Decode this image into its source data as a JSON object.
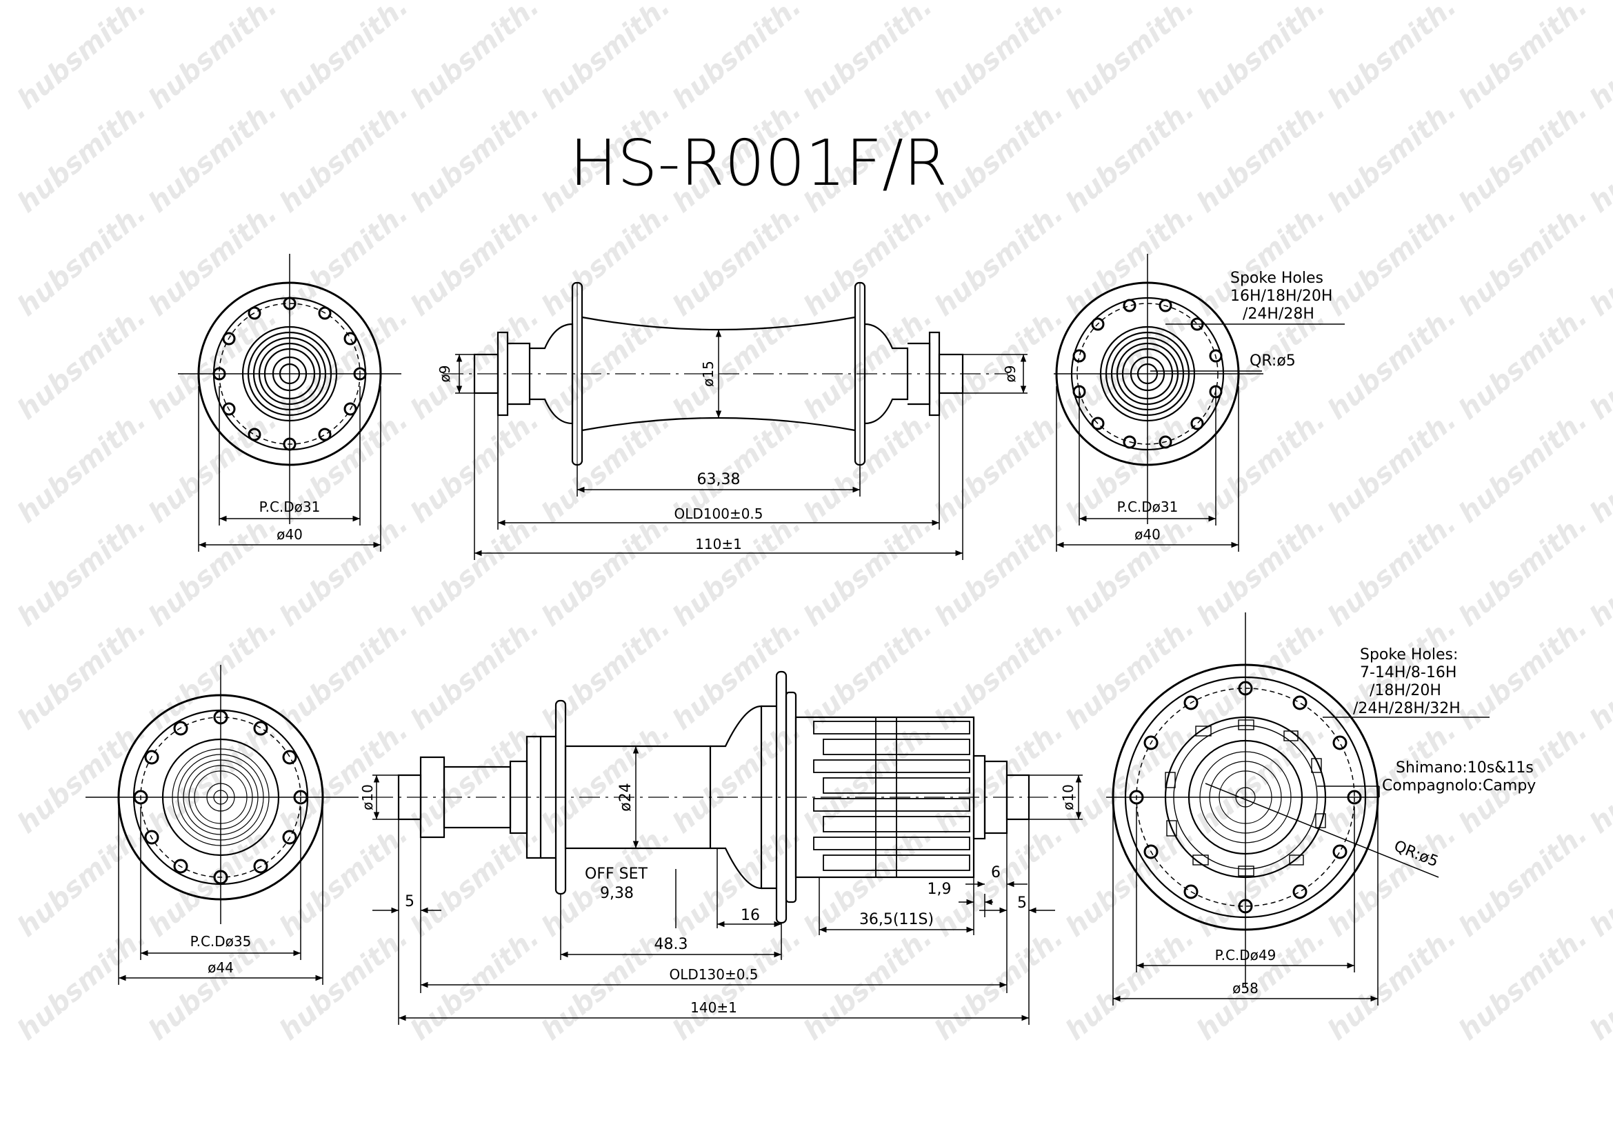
{
  "title": "HS-R001F/R",
  "watermark": "hubsmith.",
  "front_hub": {
    "flange_left_view": {
      "pcd": "P.C.Dø31",
      "diameter": "ø40"
    },
    "side_view": {
      "axle_left": "ø9",
      "body": "ø15",
      "flange_spacing": "63,38",
      "old": "OLD100±0.5",
      "overall": "110±1",
      "axle_right": "ø9"
    },
    "flange_right_view": {
      "spoke_holes_title": "Spoke Holes",
      "spoke_holes_line1": "16H/18H/20H",
      "spoke_holes_line2": "/24H/28H",
      "qr": "QR:ø5",
      "pcd": "P.C.Dø31",
      "diameter": "ø40"
    }
  },
  "rear_hub": {
    "flange_left_view": {
      "pcd": "P.C.Dø35",
      "diameter": "ø44"
    },
    "side_view": {
      "axle_left": "ø10",
      "body": "ø24",
      "offset_label": "OFF SET",
      "offset_value": "9,38",
      "dim_5_left": "5",
      "dim_16": "16",
      "dim_48": "48.3",
      "dim_36": "36,5(11S)",
      "dim_1_9": "1,9",
      "dim_6": "6",
      "dim_5_right": "5",
      "old": "OLD130±0.5",
      "overall": "140±1",
      "axle_right": "ø10"
    },
    "flange_right_view": {
      "spoke_holes_title": "Spoke Holes:",
      "spoke_holes_line1": "7-14H/8-16H",
      "spoke_holes_line2": "/18H/20H",
      "spoke_holes_line3": "/24H/28H/32H",
      "freehub_line1": "Shimano:10s&11s",
      "freehub_line2": "Compagnolo:Campy",
      "qr": "QR:ø5",
      "pcd": "P.C.Dø49",
      "diameter": "ø58"
    }
  }
}
